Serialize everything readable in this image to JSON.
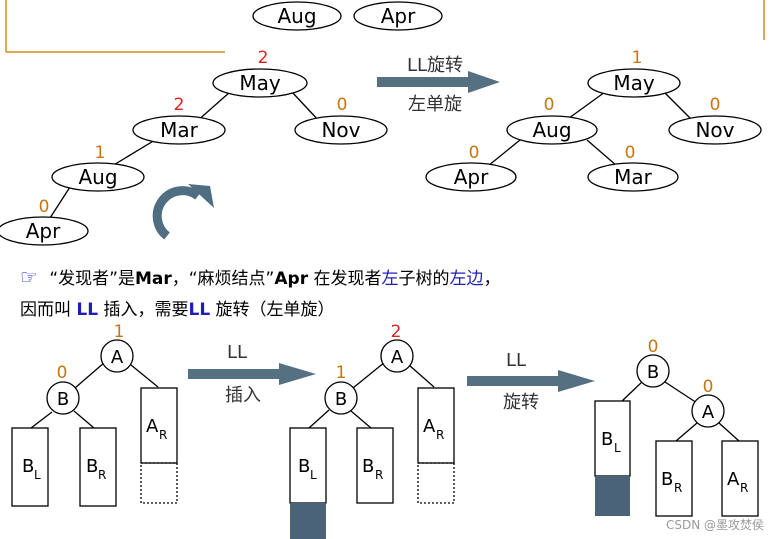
{
  "top_nodes": [
    "Aug",
    "Apr"
  ],
  "before_tree": {
    "nodes": {
      "may": "May",
      "mar": "Mar",
      "nov": "Nov",
      "aug": "Aug",
      "apr": "Apr"
    },
    "balance": {
      "may": "2",
      "mar": "2",
      "nov": "0",
      "aug": "1",
      "apr": "0"
    }
  },
  "rotation_arrow": {
    "line1": "LL旋转",
    "line2": "左单旋"
  },
  "after_tree": {
    "nodes": {
      "may": "May",
      "aug": "Aug",
      "nov": "Nov",
      "apr": "Apr",
      "mar": "Mar"
    },
    "balance": {
      "may": "1",
      "aug": "0",
      "nov": "0",
      "apr": "0",
      "mar": "0"
    }
  },
  "explanation": {
    "line1_parts": [
      "“发现者”是",
      "Mar",
      "，“麻烦结点”",
      "Apr",
      " 在发现者",
      "左",
      "子树的",
      "左边",
      "，"
    ],
    "line2_parts": [
      "因而叫 ",
      "LL",
      " 插入，需要",
      "LL",
      " 旋转（左单旋）"
    ]
  },
  "generic": {
    "node_a": "A",
    "node_b": "B",
    "sub_bl": {
      "main": "B",
      "sub": "L"
    },
    "sub_br": {
      "main": "B",
      "sub": "R"
    },
    "sub_ar": {
      "main": "A",
      "sub": "R"
    },
    "stage1_balance": {
      "a": "1",
      "b": "0"
    },
    "stage2_balance": {
      "a": "2",
      "b": "1"
    },
    "stage3_balance": {
      "b": "0",
      "a": "0"
    },
    "arrow1": {
      "line1": "LL",
      "line2": "插入"
    },
    "arrow2": {
      "line1": "LL",
      "line2": "旋转"
    }
  },
  "colors": {
    "red_balance": "#e02020",
    "orange_balance": "#c87410",
    "arrow_fill": "#557080",
    "fill_block": "#4a6378",
    "rotate_icon": "#4f6e82",
    "frame_line": "#d58a1c"
  },
  "watermark": "CSDN @墨攻焚侯"
}
